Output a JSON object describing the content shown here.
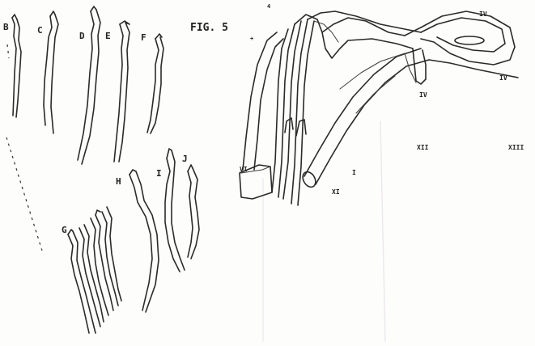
{
  "figure": {
    "title": "FIG. 5",
    "small_marks": [
      "4",
      "+"
    ]
  },
  "specimen_labels": {
    "b": "B",
    "c": "C",
    "d": "D",
    "e": "E",
    "f": "F",
    "h": "H",
    "i": "I",
    "j": "J",
    "g": "G"
  },
  "diagram_labels": {
    "iv_top": "IV",
    "iv_right": "IV",
    "iv_mid": "IV",
    "xii": "XII",
    "xiii": "XIII",
    "i": "I",
    "xi": "XI",
    "vi": "VI"
  },
  "colors": {
    "ink": "#2a2a2a",
    "paper": "#fdfdfb"
  }
}
